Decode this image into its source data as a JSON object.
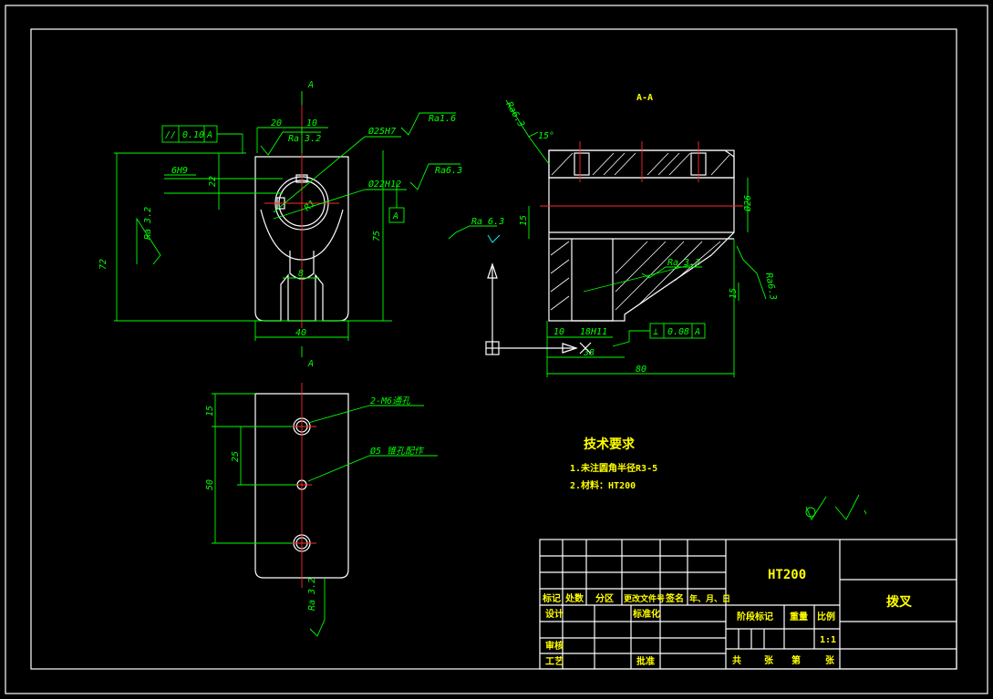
{
  "sheet": {
    "section_label": "A-A",
    "view_marker_top": "A",
    "view_marker_bottom": "A",
    "datum_label": "A"
  },
  "front_view": {
    "dim_20": "20",
    "dim_10": "10",
    "dim_22": "22",
    "dim_72": "72",
    "dim_75": "75",
    "dim_40": "40",
    "dim_8": "8",
    "fit_6h9": "6H9",
    "bore_25h7": "Ø25H7",
    "bore_22h12": "Ø22H12",
    "radius_r": "R1",
    "ra_top": "Ra 3.2",
    "ra_left": "Ra 3.2",
    "ra_bore1": "Ra1.6",
    "ra_bore2": "Ra6.3",
    "tol_symbol": "//",
    "tol_value": "0.10",
    "tol_datum": "A"
  },
  "section_view": {
    "ra_top": "Ra6.3",
    "angle": "15°",
    "dia_26": "Ø26",
    "dim_15_left": "15",
    "ra_left": "Ra 6.3",
    "ra_mid": "Ra 3.2",
    "ra_right": "Ra6.3",
    "dim_15_right": "15",
    "dim_10": "10",
    "fit_18h11": "18H11",
    "dim_38": "38",
    "dim_80": "80",
    "tol_symbol": "⊥",
    "tol_value": "0.08",
    "tol_datum": "A"
  },
  "bottom_view": {
    "dim_15": "15",
    "dim_25": "25",
    "dim_50": "50",
    "note_holes": "2-M6通孔",
    "note_taper": "Ø5 锥孔配作",
    "ra_bottom": "Ra 3.2"
  },
  "tech_req": {
    "title": "技术要求",
    "line1": "1.未注圆角半径R3-5",
    "line2": "2.材料：HT200"
  },
  "title_block": {
    "material": "HT200",
    "part_name": "拨叉",
    "h_mark": "标记",
    "h_count": "处数",
    "h_zone": "分区",
    "h_docno": "更改文件号",
    "h_sign": "签名",
    "h_date": "年、月、日",
    "r_design": "设计",
    "r_standard": "标准化",
    "r_review": "审核",
    "r_process": "工艺",
    "r_approve": "批准",
    "stage_mark": "阶段标记",
    "weight": "重量",
    "scale_label": "比例",
    "scale_value": "1:1",
    "sheets_total": "共",
    "sheets_zhang1": "张",
    "sheets_no": "第",
    "sheets_zhang2": "张"
  }
}
